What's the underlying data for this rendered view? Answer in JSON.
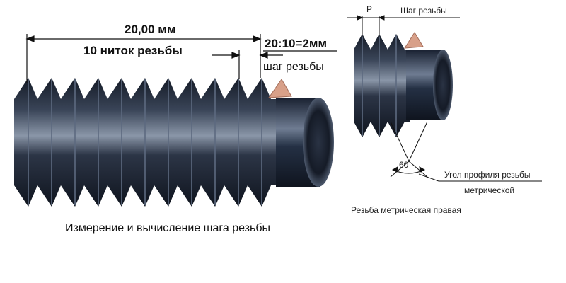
{
  "left_diagram": {
    "length_label": "20,00 мм",
    "threads_label": "10 ниток резьбы",
    "calc_label": "20:10=2мм",
    "pitch_label": "шаг резьбы",
    "caption": "Измерение и вычисление шага резьбы"
  },
  "right_diagram": {
    "pitch_symbol": "P",
    "pitch_label": "Шаг резьбы",
    "angle_value": "60",
    "angle_label_line1": "Угол профиля резьбы",
    "angle_label_line2": "метрической",
    "caption": "Резьба метрическая правая"
  },
  "colors": {
    "thread_dark": "#1b2230",
    "thread_light": "#8390a4",
    "cutter": "#d8a089",
    "dimension_line": "#111111"
  }
}
